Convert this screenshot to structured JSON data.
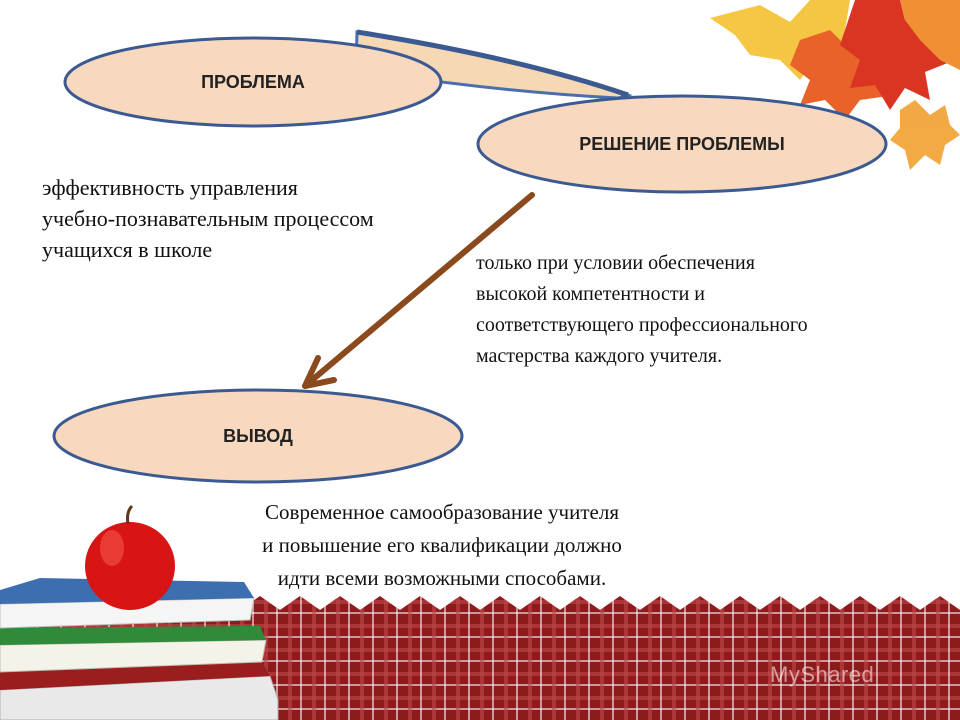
{
  "nodes": {
    "problem": {
      "label": "ПРОБЛЕМА"
    },
    "solution": {
      "label": "РЕШЕНИЕ ПРОБЛЕМЫ"
    },
    "conclusion": {
      "label": "ВЫВОД"
    }
  },
  "texts": {
    "problem_text": [
      "эффективность управления",
      "учебно-познавательным процессом",
      "учащихся в школе"
    ],
    "solution_text": [
      "только при условии обеспечения",
      "высокой компетентности и",
      "соответствующего профессионального",
      "мастерства каждого учителя."
    ],
    "conclusion_text": [
      "Современное самообразование учителя",
      "и повышение его квалификации должно",
      "идти всеми возможными способами."
    ]
  },
  "watermark": "MyShared",
  "colors": {
    "oval_fill": "#f8d9bf",
    "oval_stroke": "#3b5a92",
    "connector_fill": "#f6d8b5",
    "connector_stroke": "#4a6fb0",
    "arrow": "#8a4a1e",
    "plaid_base": "#8c1c1c",
    "plaid_light": "#ffffff",
    "apple": "#d81414"
  }
}
